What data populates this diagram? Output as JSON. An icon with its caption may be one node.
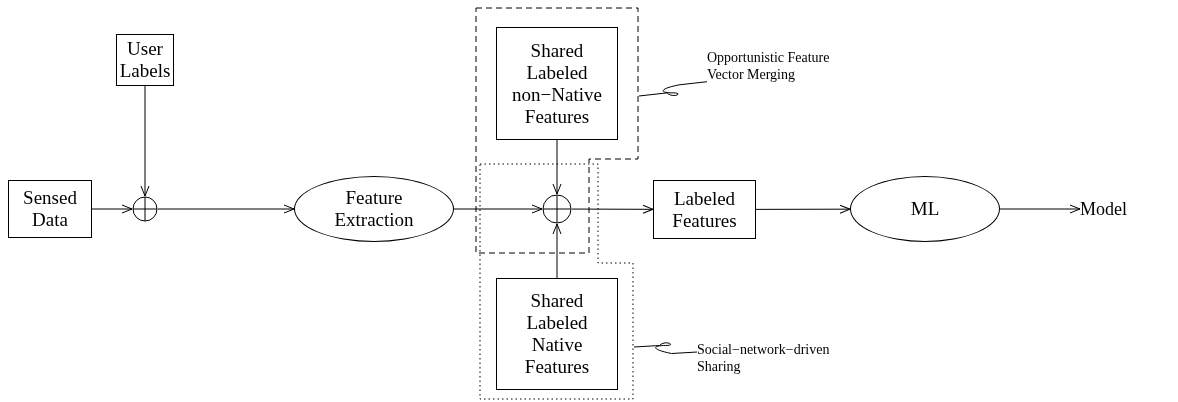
{
  "diagram": {
    "nodes": [
      {
        "text": [
          "Sensed Data"
        ]
      },
      {
        "text": [
          "User Labels"
        ]
      },
      {
        "text": [],
        "shape": "circle"
      },
      {
        "text": [
          "Feature Extraction"
        ]
      },
      {
        "text": [],
        "shape": "box"
      },
      {
        "text": [
          "Shared Labeled non−Native Features"
        ],
        "in": 4
      },
      {
        "text": [
          "Opportunistic Feature Vector Merging"
        ]
      },
      {
        "text": [],
        "shape": "circle"
      },
      {
        "text": [
          "Labeled Features"
        ]
      },
      {
        "text": [
          "ML"
        ]
      },
      {
        "text": [
          "Model"
        ]
      },
      {
        "text": [],
        "shape": "box"
      },
      {
        "text": [
          "Shared Labeled Native Features"
        ],
        "in": 11
      },
      {
        "text": [
          "Social−network−driven Sharing"
        ]
      }
    ],
    "edges": [
      {
        "from": 0,
        "to": 2,
        "arrow": "to"
      },
      {
        "from": 1,
        "to": 2,
        "arrow": "to"
      },
      {
        "from": 2,
        "to": 3,
        "arrow": "to"
      },
      {
        "from": 3,
        "to": 7,
        "arrow": "to"
      },
      {
        "from": 5,
        "to": 7,
        "arrow": "to"
      },
      {
        "from": 12,
        "to": 7,
        "arrow": "to"
      },
      {
        "from": 7,
        "to": 8,
        "arrow": "to"
      },
      {
        "from": 8,
        "to": 9,
        "arrow": "to"
      },
      {
        "from": 9,
        "to": 10,
        "arrow": "to"
      },
      {
        "from": 6,
        "to": 4,
        "arrow": "none"
      },
      {
        "from": 13,
        "to": 11,
        "arrow": "none"
      }
    ]
  }
}
